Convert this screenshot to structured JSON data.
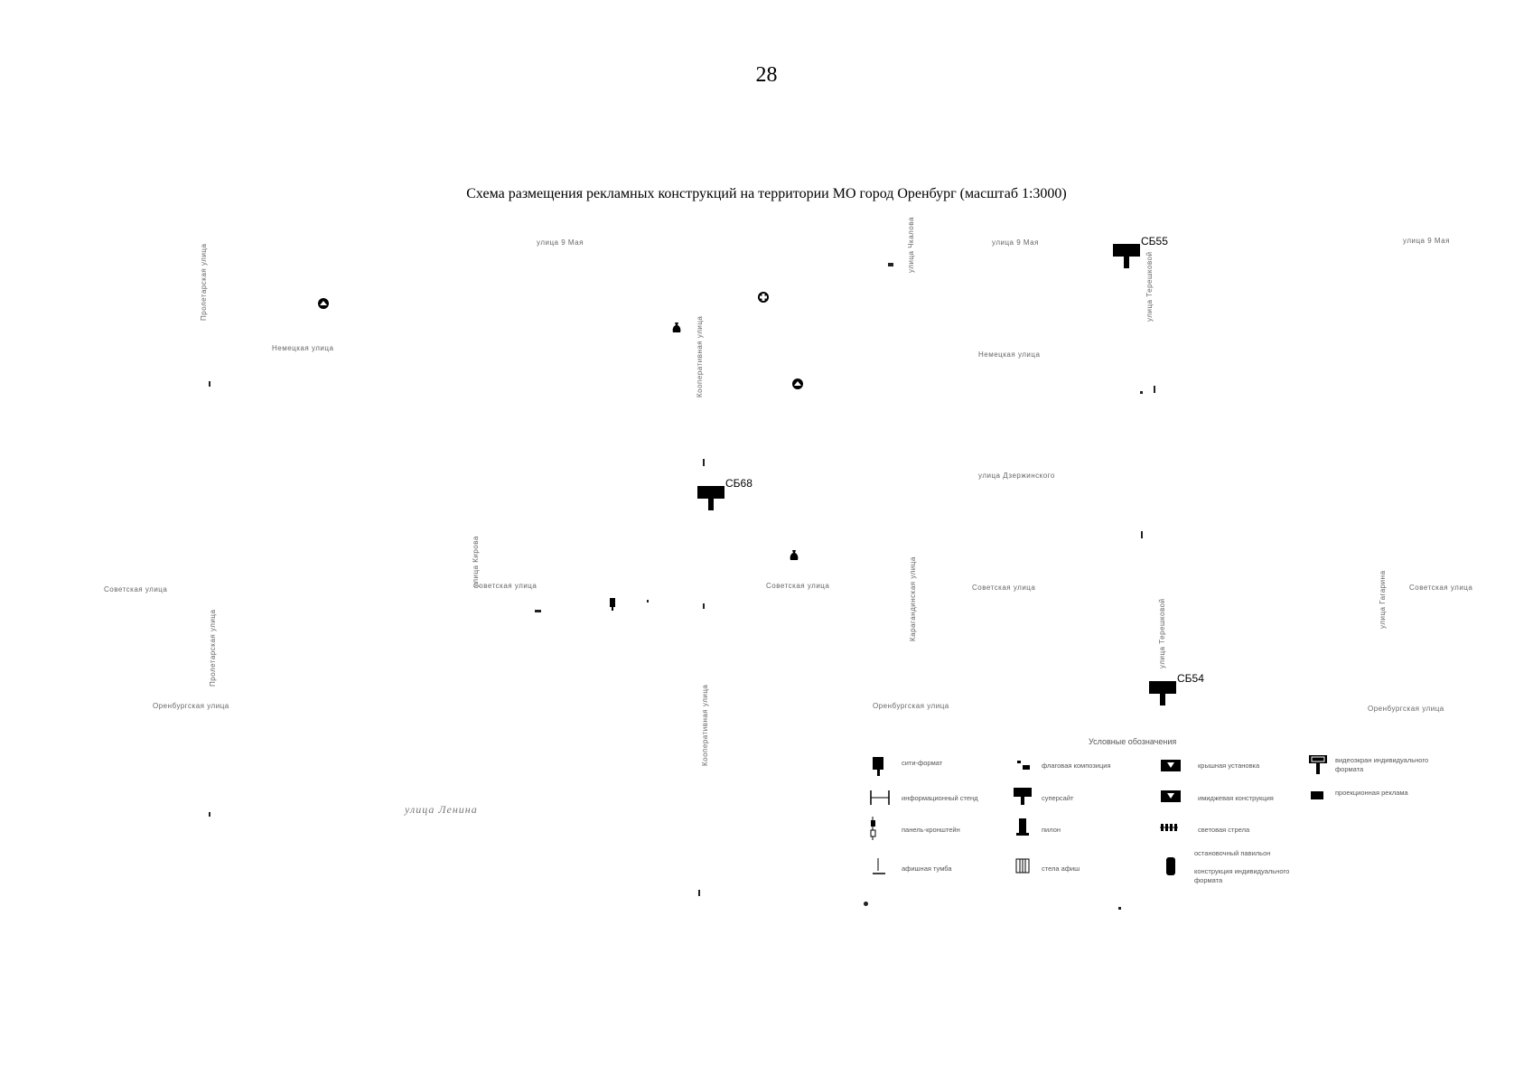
{
  "page_number": "28",
  "title": "Схема размещения рекламных конструкций на территории МО город Оренбург (масштаб 1:3000)",
  "streets": {
    "s1": "улица 9 Мая",
    "s2": "улица 9 Мая",
    "s3": "улица 9 Мая",
    "s4": "Немецкая улица",
    "s5": "Немецкая улица",
    "s6": "улица Дзержинского",
    "s7": "Советская улица",
    "s8": "Советская улица",
    "s9": "Советская улица",
    "s10": "Советская улица",
    "s11": "Советская улица",
    "s12": "Оренбургская улица",
    "s13": "Оренбургская улица",
    "s14": "Оренбургская улица",
    "v1": "Пролетарская улица",
    "v2": "Пролетарская улица",
    "v3": "улица Чкалова",
    "v4": "Кооперативная улица",
    "v5": "улица Кирова",
    "v6": "улица Терешковой",
    "v7": "Карагандинская улица",
    "v8": "улица Терешковой",
    "v9": "Кооперативная улица",
    "v10": "улица Гагарина"
  },
  "markers": {
    "sb55": "СБ55",
    "sb68": "СБ68",
    "sb54": "СБ54"
  },
  "legend": {
    "title": "Условные обозначения",
    "items": [
      "сити-формат",
      "флаговая композиция",
      "крышная установка",
      "видеоэкран индивидуального формата",
      "информационный стенд",
      "суперсайт",
      "имиджевая конструкция",
      "проекционная реклама",
      "панель-кронштейн",
      "пилон",
      "световая стрела",
      "остановочный павильон",
      "афишная тумба",
      "стела афиш",
      "конструкция индивидуального формата"
    ]
  },
  "handwriting": "улица Ленина",
  "colors": {
    "ink": "#000000",
    "faint_text": "#666666"
  }
}
